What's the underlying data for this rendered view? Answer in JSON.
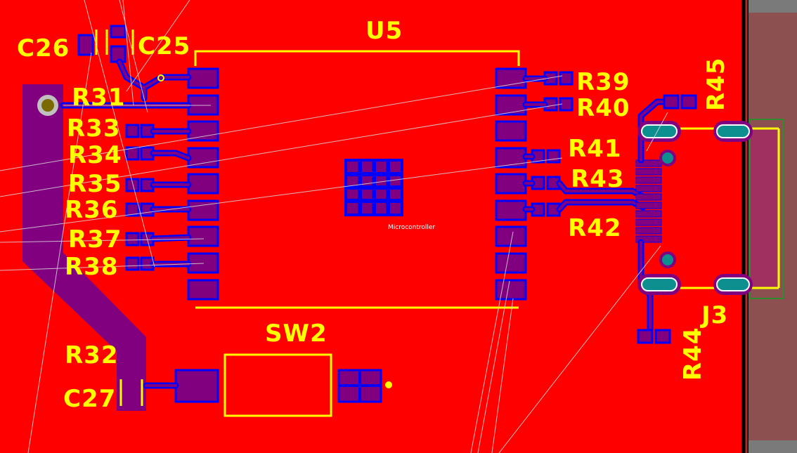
{
  "board": {
    "background": "#ff0000",
    "copper_color": "#800080",
    "trace_color": "#0000ff",
    "silkscreen_color": "#ffff00",
    "edge_panel_color": "#8c5050"
  },
  "designators": {
    "u5": "U5",
    "c25": "C25",
    "c26": "C26",
    "c27": "C27",
    "r31": "R31",
    "r32": "R32",
    "r33": "R33",
    "r34": "R34",
    "r35": "R35",
    "r36": "R36",
    "r37": "R37",
    "r38": "R38",
    "r39": "R39",
    "r40": "R40",
    "r41": "R41",
    "r42": "R42",
    "r43": "R43",
    "r44": "R44",
    "r45": "R45",
    "sw2": "SW2",
    "j3": "J3"
  },
  "component_notes": {
    "u5_value": "Microcontroller"
  }
}
